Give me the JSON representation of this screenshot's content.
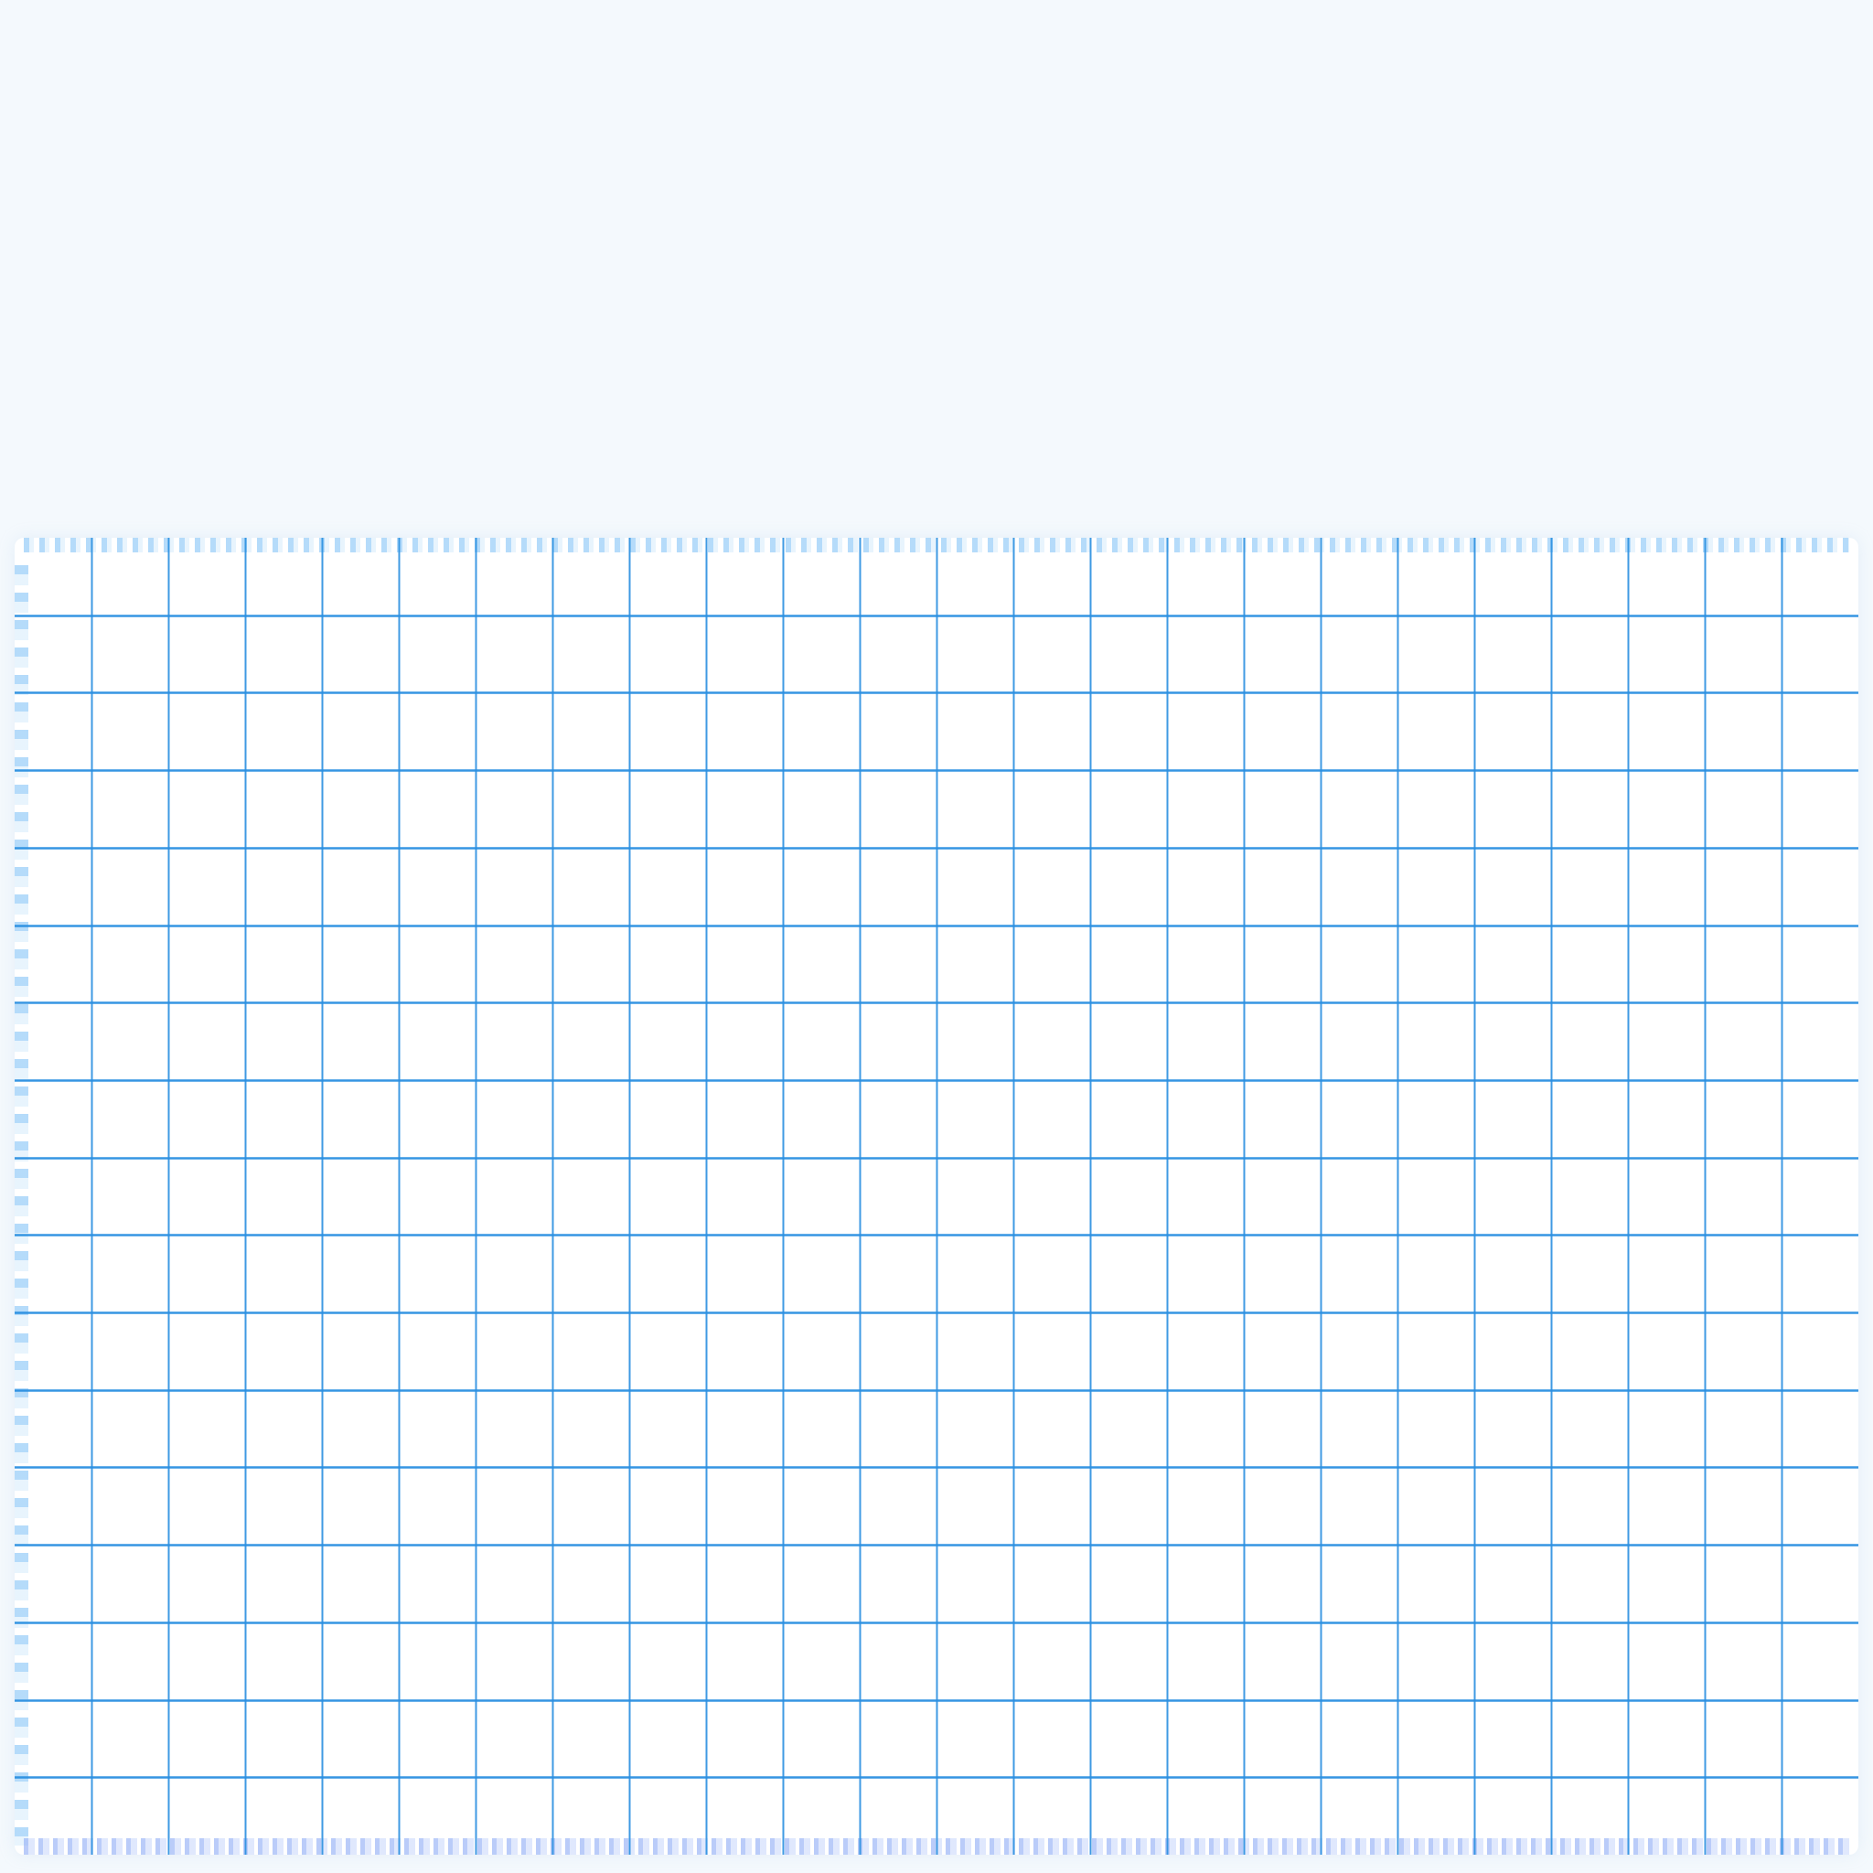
{
  "sheet": {
    "kind": "graph-paper",
    "columns": 24,
    "rows": 17,
    "background_color": "#f4f9fd",
    "paper_color": "#ffffff",
    "line_color": "#2a8fe0",
    "edge_tint_color": "#8cc6f5"
  }
}
